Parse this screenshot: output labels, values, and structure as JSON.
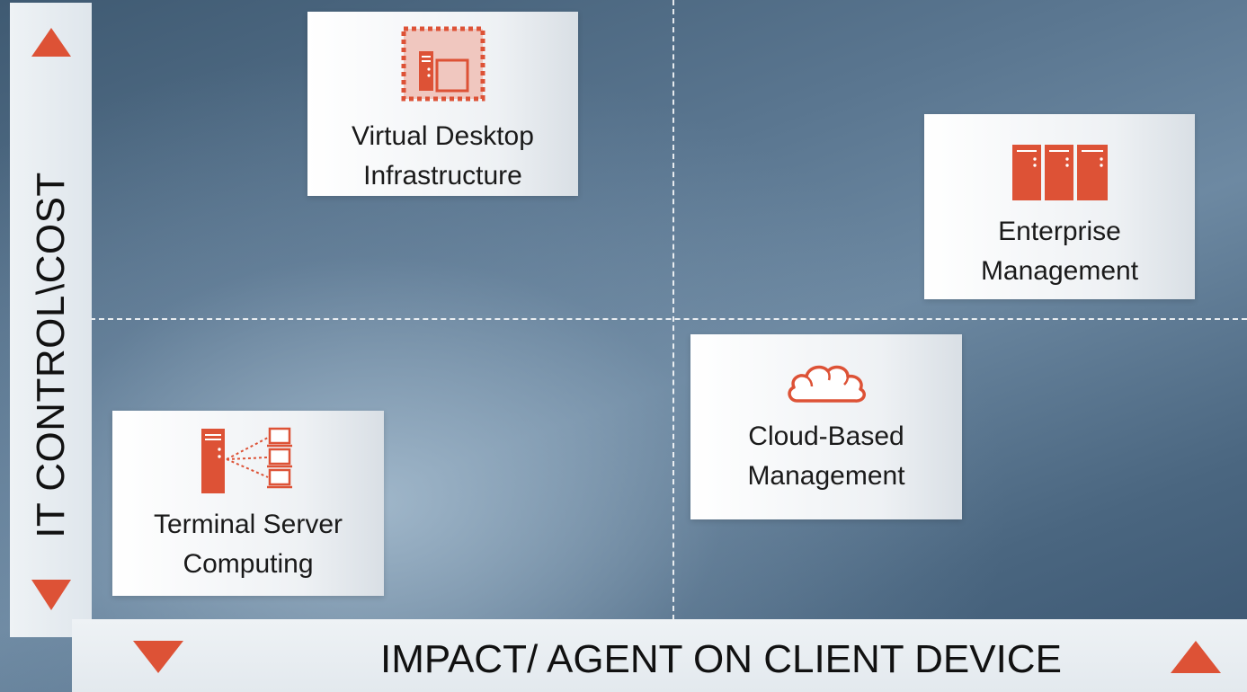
{
  "y_axis": {
    "label": "IT CONTROL\\COST"
  },
  "x_axis": {
    "label": "IMPACT/ AGENT ON CLIENT DEVICE"
  },
  "quadrants": {
    "virtual_desktop": {
      "line1": "Virtual Desktop",
      "line2": "Infrastructure",
      "icon": "virtual-desktop-icon"
    },
    "enterprise": {
      "line1": "Enterprise",
      "line2": "Management",
      "icon": "server-rack-icon"
    },
    "cloud": {
      "line1": "Cloud-Based",
      "line2": "Management",
      "icon": "cloud-icon"
    },
    "terminal": {
      "line1": "Terminal Server",
      "line2": "Computing",
      "icon": "terminal-server-icon"
    }
  },
  "colors": {
    "accent": "#dd5236",
    "axis_bar": "#e8edf1",
    "background": "#56728c"
  }
}
